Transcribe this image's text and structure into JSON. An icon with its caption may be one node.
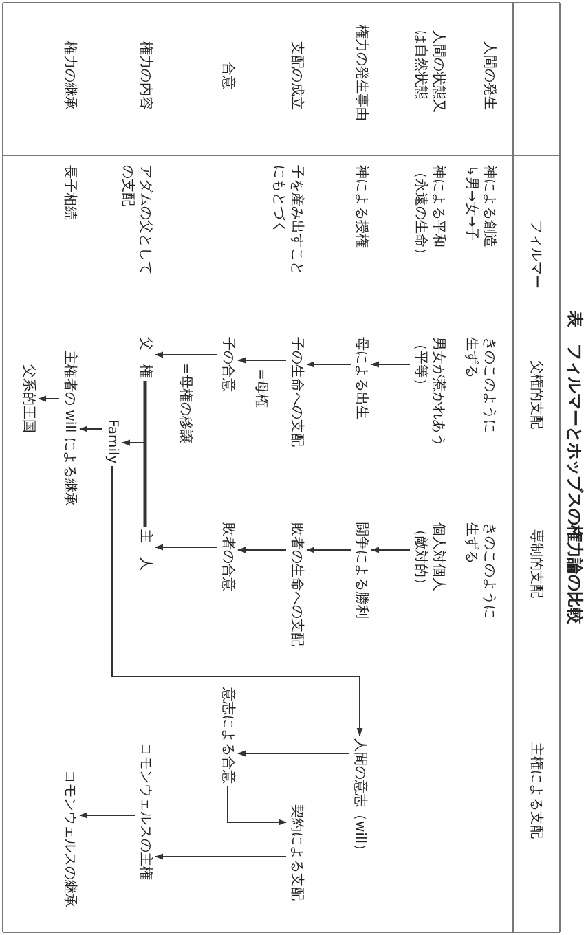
{
  "diagram": {
    "title": "表　フィルマーとホッブスの権力論の比較",
    "nodes": [
      {
        "text": [
          "きのこのように生ずる"
        ]
      },
      {
        "text": [
          "きのこのように生ずる"
        ]
      },
      {
        "text": [
          "男女が惹かれあう（平等）"
        ]
      },
      {
        "text": [
          "個人対個人（敵対的）"
        ]
      },
      {
        "text": [
          "母による出生"
        ]
      },
      {
        "text": [
          "闘争による勝利"
        ]
      },
      {
        "text": [
          "人間の意志（will）"
        ]
      },
      {
        "text": [
          "子の生命への支配"
        ]
      },
      {
        "text": [
          "敗者の生命への支配"
        ]
      },
      {
        "text": [
          "契約による支配"
        ]
      },
      {
        "text": [
          "子の合意"
        ]
      },
      {
        "text": [
          "敗者の合意"
        ]
      },
      {
        "text": [
          "意志による合意"
        ]
      },
      {
        "text": [
          "父　権"
        ]
      },
      {
        "text": [
          "主　人"
        ]
      },
      {
        "text": [
          "コモンウェルスの主権"
        ]
      },
      {
        "text": [
          "Family"
        ]
      },
      {
        "text": [
          "主権者の will による継承"
        ]
      },
      {
        "text": [
          "コモンウェルスの継承"
        ]
      },
      {
        "text": [
          "父系的王国"
        ]
      }
    ],
    "edges": [
      {
        "from": 2,
        "to": 4,
        "arrow": "to"
      },
      {
        "from": 4,
        "to": 7,
        "arrow": "to"
      },
      {
        "from": 7,
        "to": 10,
        "arrow": "to",
        "label": "=母権"
      },
      {
        "from": 10,
        "to": 13,
        "arrow": "to",
        "label": "=母権の移譲"
      },
      {
        "from": 3,
        "to": 5,
        "arrow": "to"
      },
      {
        "from": 5,
        "to": 8,
        "arrow": "to"
      },
      {
        "from": 8,
        "to": 11,
        "arrow": "to"
      },
      {
        "from": 11,
        "to": 14,
        "arrow": "to"
      },
      {
        "from": 13,
        "to": 14,
        "arrow": "none",
        "style": "thick"
      },
      {
        "from": 13,
        "to": 16,
        "arrow": "to"
      },
      {
        "from": 16,
        "to": 17,
        "arrow": "to"
      },
      {
        "from": 17,
        "to": 19,
        "arrow": "to"
      },
      {
        "from": 16,
        "to": 6,
        "arrow": "to"
      },
      {
        "from": 6,
        "to": 12,
        "arrow": "to"
      },
      {
        "from": 12,
        "to": 9,
        "arrow": "to"
      },
      {
        "from": 9,
        "to": 15,
        "arrow": "to"
      },
      {
        "from": 15,
        "to": 18,
        "arrow": "to"
      }
    ],
    "labels": [
      "フィルマー",
      "父権的支配",
      "専制的支配",
      "主権による支配",
      "人間の発生",
      "神による創造↳男→女→子",
      "人間の状態又は自然状態",
      "神による平和（永遠の生命）",
      "権力の発生事由",
      "神による授権",
      "支配の成立",
      "子を産み出すことにもとづく",
      "合意",
      "権力の内容",
      "アダムの父としての支配",
      "権力の継承",
      "長子相続"
    ]
  }
}
